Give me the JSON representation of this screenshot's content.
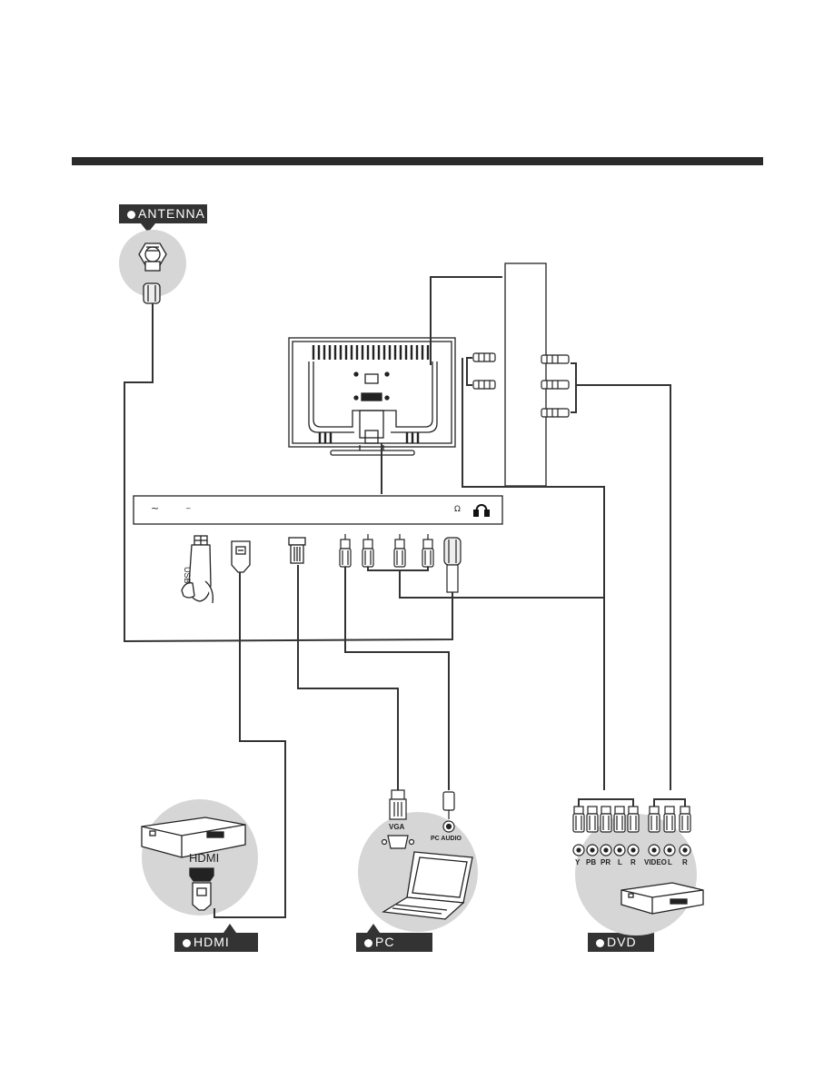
{
  "tags": {
    "antenna": "ANTENNA",
    "hdmi": "HDMI",
    "pc": "PC",
    "dvd": "DVD"
  },
  "device_labels": {
    "usb": "USB",
    "hdmi": "HDMI",
    "vga": "VGA",
    "pc_audio": "PC AUDIO",
    "dvd_outputs": [
      "Y",
      "PB",
      "PR",
      "L",
      "R",
      "VIDEO",
      "L",
      "R"
    ]
  },
  "panel_symbols": {
    "ac": "~",
    "underscore": "_",
    "ohm": "Ω"
  },
  "icons": [
    "headphone-icon",
    "antenna-connector-icon",
    "usb-plug-icon",
    "hdmi-plug-icon",
    "vga-plug-icon",
    "rca-plug-icon",
    "dvd-player-icon",
    "laptop-icon"
  ],
  "colors": {
    "tag_bg": "#333333",
    "bubble": "#d6d6d6",
    "line": "#333333",
    "rule": "#2a2a2a"
  }
}
